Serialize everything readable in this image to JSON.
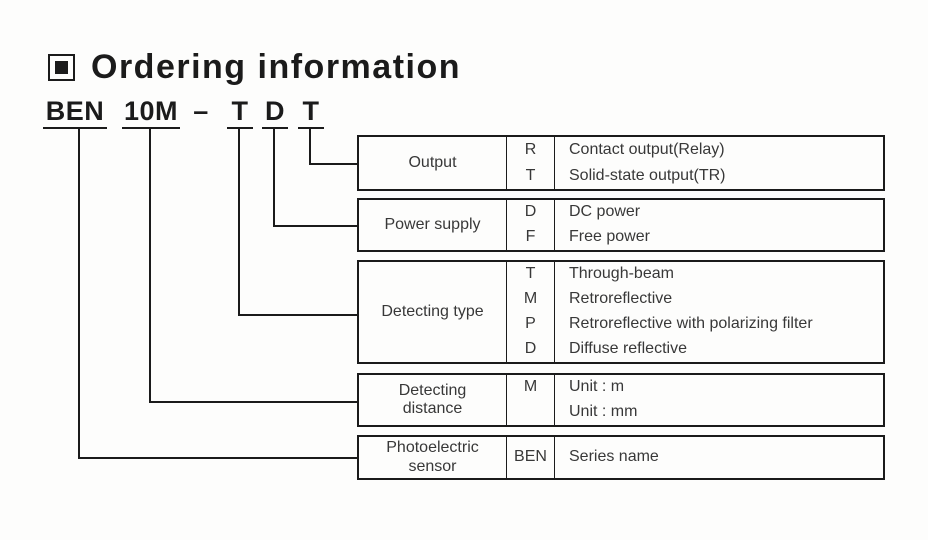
{
  "header": {
    "title": "Ordering information",
    "bullet_icon": "filled-square-icon"
  },
  "model_code": {
    "segments": {
      "series": "BEN",
      "distance": "10M",
      "separator": "–",
      "detecting_type": "T",
      "power_supply": "D",
      "output": "T"
    }
  },
  "tables": [
    {
      "id": "output",
      "label": "Output",
      "rows": [
        {
          "code": "R",
          "description": "Contact output(Relay)"
        },
        {
          "code": "T",
          "description": "Solid-state output(TR)"
        }
      ]
    },
    {
      "id": "power-supply",
      "label": "Power supply",
      "rows": [
        {
          "code": "D",
          "description": "DC power"
        },
        {
          "code": "F",
          "description": "Free power"
        }
      ]
    },
    {
      "id": "detecting-type",
      "label": "Detecting type",
      "rows": [
        {
          "code": "T",
          "description": "Through-beam"
        },
        {
          "code": "M",
          "description": "Retroreflective"
        },
        {
          "code": "P",
          "description": "Retroreflective with polarizing filter"
        },
        {
          "code": "D",
          "description": "Diffuse reflective"
        }
      ]
    },
    {
      "id": "detecting-distance",
      "label": "Detecting distance",
      "rows": [
        {
          "code": "M",
          "description": "Unit : m"
        },
        {
          "code": "",
          "description": "Unit : mm"
        }
      ]
    },
    {
      "id": "photoelectric-sensor",
      "label": "Photoelectric sensor",
      "rows": [
        {
          "code": "BEN",
          "description": "Series name"
        }
      ]
    }
  ],
  "colors": {
    "line": "#1b1b1b",
    "text": "#383838",
    "background": "#fdfdfc"
  }
}
